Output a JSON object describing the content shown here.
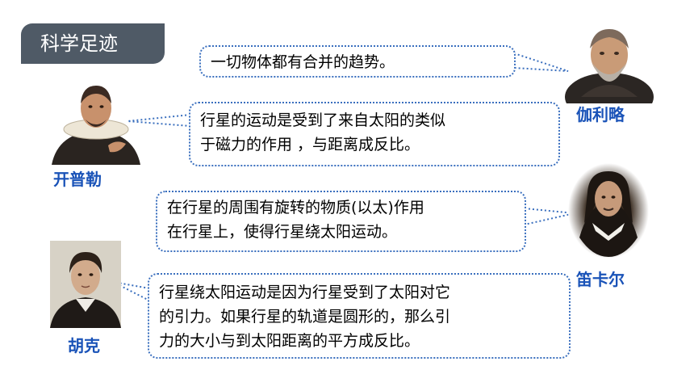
{
  "title": "科学足迹",
  "colors": {
    "title_bg": "#4f5a66",
    "bubble_border": "#3a6fbe",
    "name_text": "#1a53b8"
  },
  "scientists": [
    {
      "id": "galileo",
      "name": "伽利略",
      "statement_lines": [
        "一切物体都有合并的趋势。"
      ]
    },
    {
      "id": "kepler",
      "name": "开普勒",
      "statement_lines": [
        "行星的运动是受到了来自太阳的类似",
        "于磁力的作用 ，与距离成反比。"
      ]
    },
    {
      "id": "descartes",
      "name": "笛卡尔",
      "statement_lines": [
        "在行星的周围有旋转的物质(以太)作用",
        "在行星上，使得行星绕太阳运动。"
      ]
    },
    {
      "id": "hooke",
      "name": "胡克",
      "statement_lines": [
        "行星绕太阳运动是因为行星受到了太阳对它",
        "的引力。如果行星的轨道是圆形的，那么引",
        "力的大小与到太阳距离的平方成反比。"
      ]
    }
  ]
}
